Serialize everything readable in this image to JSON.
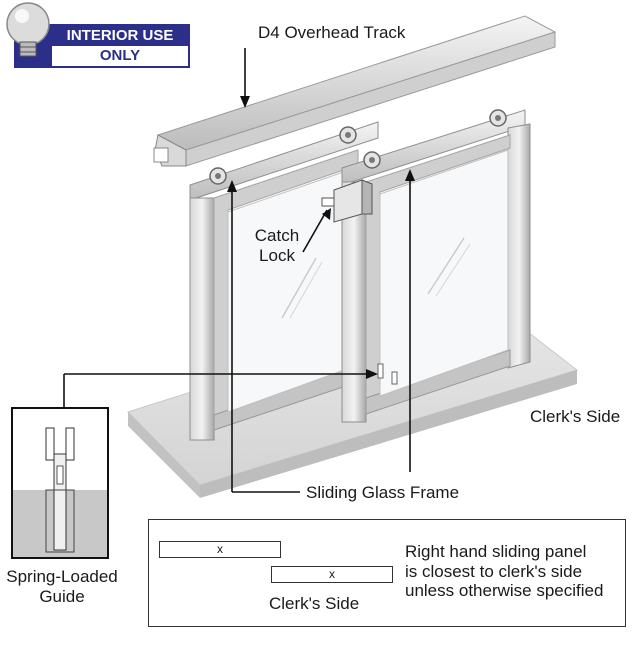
{
  "badge": {
    "line1": "INTERIOR USE",
    "line2": "ONLY",
    "icon": "lightbulb-icon",
    "color": "#2b2f8a"
  },
  "labels": {
    "track": "D4 Overhead Track",
    "catch_lock_1": "Catch",
    "catch_lock_2": "Lock",
    "clerks_side": "Clerk's Side",
    "sliding_frame": "Sliding Glass Frame",
    "guide_1": "Spring-Loaded",
    "guide_2": "Guide"
  },
  "legend": {
    "panel_mark_1": "x",
    "panel_mark_2": "x",
    "clerks_side": "Clerk's Side",
    "note_1": "Right hand sliding panel",
    "note_2": "is closest to clerk's side",
    "note_3": "unless otherwise specified"
  }
}
